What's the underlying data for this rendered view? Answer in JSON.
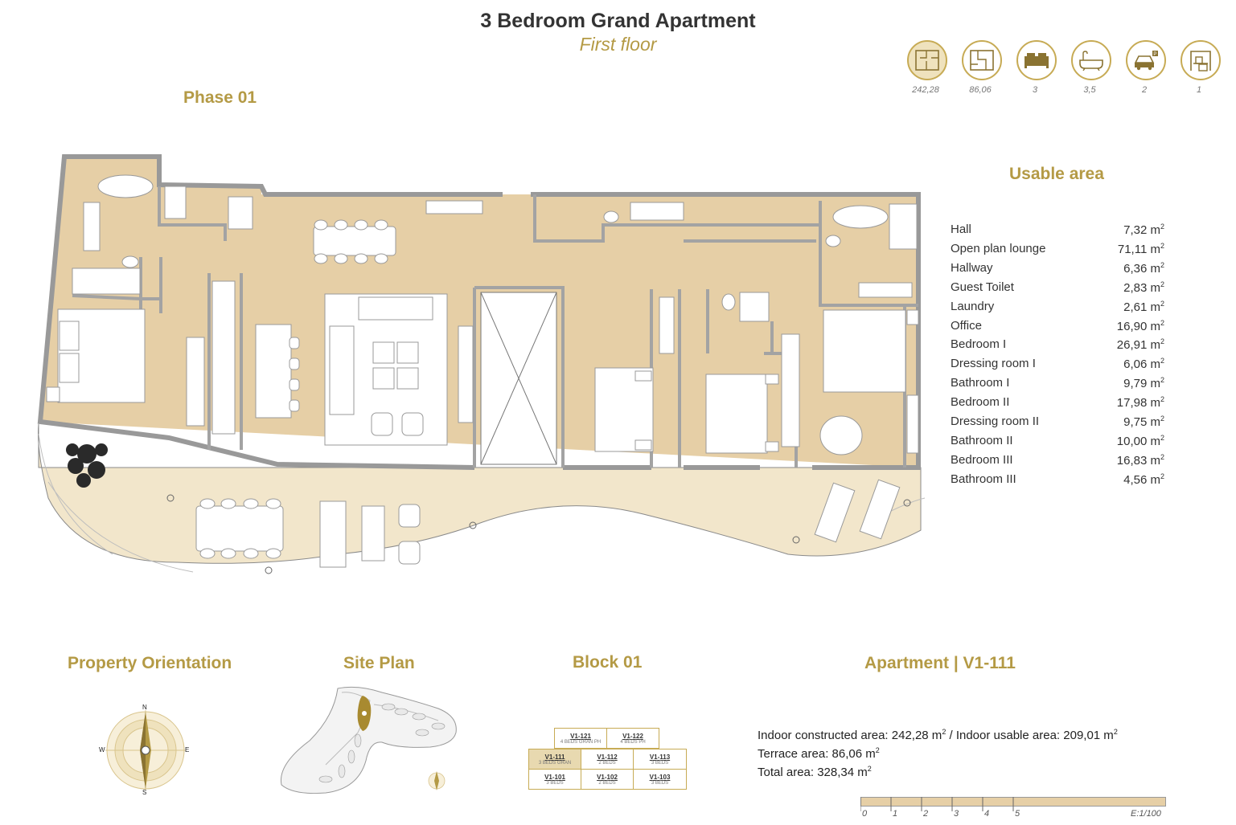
{
  "header": {
    "title": "3 Bedroom Grand Apartment",
    "subtitle": "First floor"
  },
  "phase": "Phase 01",
  "icons": [
    {
      "icon": "indoor-area-icon",
      "value": "242,28"
    },
    {
      "icon": "terrace-area-icon",
      "value": "86,06"
    },
    {
      "icon": "bed-icon",
      "value": "3"
    },
    {
      "icon": "bathtub-icon",
      "value": "3,5"
    },
    {
      "icon": "parking-icon",
      "value": "2"
    },
    {
      "icon": "storage-icon",
      "value": "1"
    }
  ],
  "usable_area": {
    "title": "Usable area",
    "unit": "m",
    "unit_exp": "2",
    "rows": [
      {
        "name": "Hall",
        "value": "7,32"
      },
      {
        "name": "Open plan lounge",
        "value": "71,11"
      },
      {
        "name": "Hallway",
        "value": "6,36"
      },
      {
        "name": "Guest Toilet",
        "value": "2,83"
      },
      {
        "name": "Laundry",
        "value": "2,61"
      },
      {
        "name": "Office",
        "value": "16,90"
      },
      {
        "name": "Bedroom I",
        "value": "26,91"
      },
      {
        "name": "Dressing room I",
        "value": "6,06"
      },
      {
        "name": "Bathroom I",
        "value": "9,79"
      },
      {
        "name": "Bedroom II",
        "value": "17,98"
      },
      {
        "name": "Dressing room II",
        "value": "9,75"
      },
      {
        "name": "Bathroom II",
        "value": "10,00"
      },
      {
        "name": "Bedroom III",
        "value": "16,83"
      },
      {
        "name": "Bathroom III",
        "value": "4,56"
      }
    ]
  },
  "orientation": {
    "title": "Property Orientation",
    "n": "N",
    "s": "S",
    "e": "E",
    "w": "W"
  },
  "site_plan": {
    "title": "Site Plan"
  },
  "block": {
    "title": "Block 01",
    "units": [
      {
        "code": "V1-121",
        "desc": "4 BEDS GRAN PH",
        "active": false
      },
      {
        "code": "V1-122",
        "desc": "4 BEDS PH",
        "active": false
      },
      {
        "code": "V1-111",
        "desc": "3 BEDS GRAN",
        "active": true
      },
      {
        "code": "V1-112",
        "desc": "2 BEDS",
        "active": false
      },
      {
        "code": "V1-113",
        "desc": "3 BEDS",
        "active": false
      },
      {
        "code": "V1-101",
        "desc": "3 BEDS",
        "active": false
      },
      {
        "code": "V1-102",
        "desc": "2 BEDS",
        "active": false
      },
      {
        "code": "V1-103",
        "desc": "3 BEDS",
        "active": false
      }
    ]
  },
  "apartment": {
    "title": "Apartment | V1-111",
    "line1_a": "Indoor constructed area: 242,28  m",
    "line1_b": " / Indoor usable area: 209,01 m",
    "line2": "Terrace area: 86,06 m",
    "line3": "Total area: 328,34 m",
    "exp": "2"
  },
  "scale": {
    "labels": [
      "0",
      "1",
      "2",
      "3",
      "4",
      "5"
    ],
    "ratio": "E:1/100"
  },
  "colors": {
    "gold": "#b49a45",
    "floor": "#e6cfa6",
    "terrace": "#f2e6cb",
    "wall": "#9a9a9a"
  }
}
